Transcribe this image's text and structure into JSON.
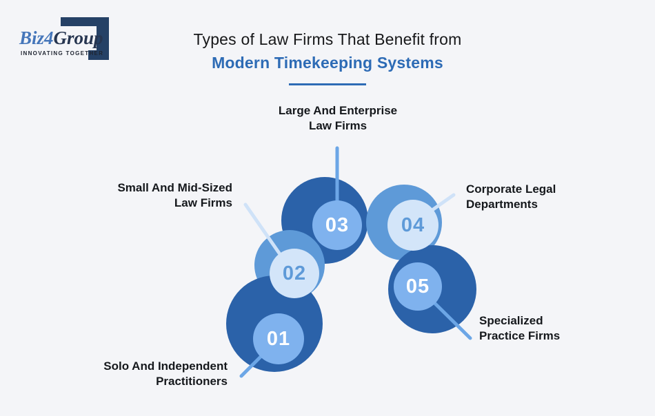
{
  "page": {
    "background_color": "#F4F5F8"
  },
  "logo": {
    "brand_prefix": "Biz",
    "brand_digit": "4",
    "brand_suffix": "Group",
    "tagline": "INNOVATING TOGETHER",
    "mark_color": "#254166",
    "prefix_color": "#4576BA",
    "suffix_color": "#263550"
  },
  "title": {
    "line1": "Types of Law Firms That Benefit from",
    "line2": "Modern Timekeeping Systems",
    "accent_color": "#2D6BB5"
  },
  "colors": {
    "dark_circle": "#2B62A9",
    "medium_circle": "#5E9AD8",
    "light_inner": "#7FB2EE",
    "pale_inner": "#D3E5F9",
    "connector_medium": "#6CA6E6",
    "connector_light": "#CFE2F8",
    "number_on_dark": "#FFFFFF",
    "number_on_pale": "#5E9AD8",
    "label_text": "#15181C"
  },
  "items": [
    {
      "number": "01",
      "label_line1": "Solo And Independent",
      "label_line2": "Practitioners"
    },
    {
      "number": "02",
      "label_line1": "Small And Mid-Sized",
      "label_line2": "Law Firms"
    },
    {
      "number": "03",
      "label_line1": "Large And Enterprise",
      "label_line2": "Law Firms"
    },
    {
      "number": "04",
      "label_line1": "Corporate Legal",
      "label_line2": "Departments"
    },
    {
      "number": "05",
      "label_line1": "Specialized",
      "label_line2": "Practice Firms"
    }
  ]
}
